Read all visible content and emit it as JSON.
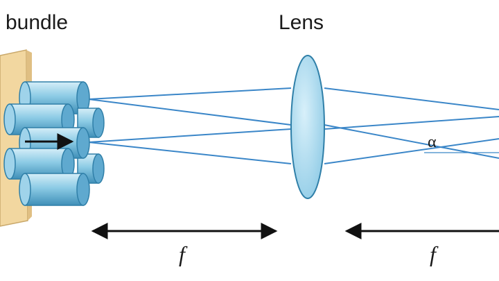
{
  "labels": {
    "bundle": "bundle",
    "lens": "Lens",
    "f_left": "f",
    "f_right": "f",
    "angle": "α"
  },
  "colors": {
    "ray": "#3a86c8",
    "fiber_fill": "#7fc3e0",
    "fiber_dark": "#2f7fa8",
    "lens_fill": "#a9dbef",
    "plate": "#f2d7a0",
    "arrow": "#111111"
  }
}
